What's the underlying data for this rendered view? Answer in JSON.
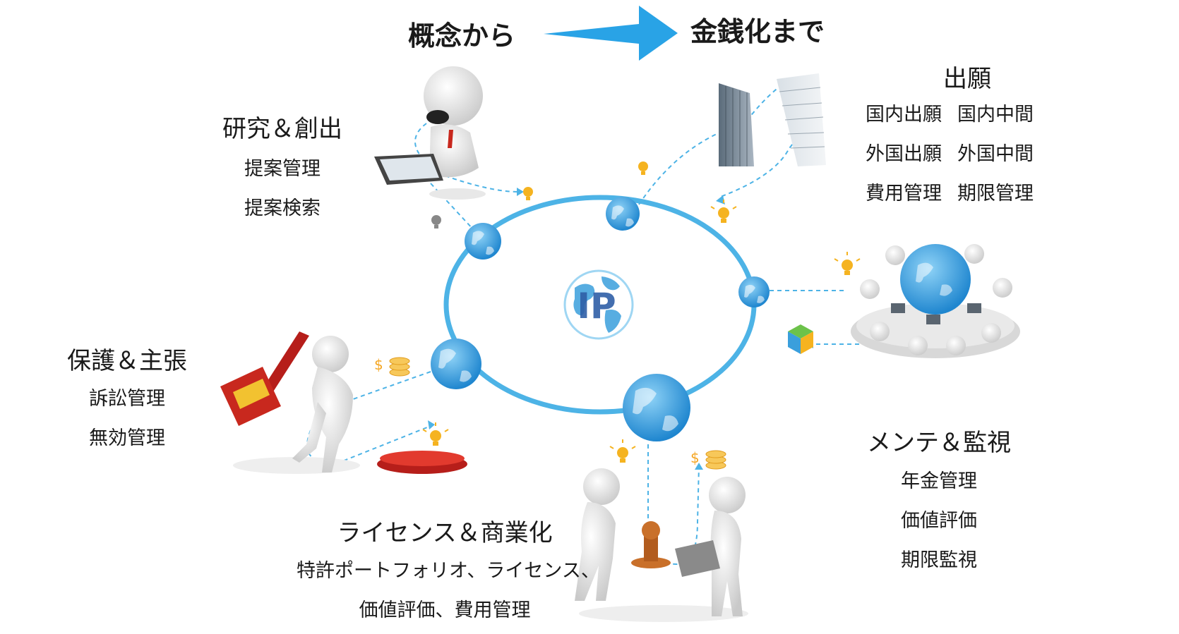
{
  "header": {
    "from_label": "概念から",
    "to_label": "金銭化まで",
    "arrow_color": "#29a3e6"
  },
  "center": {
    "label": "IP",
    "ring_color": "#4db3e6",
    "globe_color": "#3a9fdc"
  },
  "research": {
    "title": "研究＆創出",
    "items": [
      "提案管理",
      "提案検索"
    ]
  },
  "filing": {
    "title": "出願",
    "rows": [
      [
        "国内出願",
        "国内中間"
      ],
      [
        "外国出願",
        "外国中間"
      ],
      [
        "費用管理",
        "期限管理"
      ]
    ]
  },
  "protection": {
    "title": "保護＆主張",
    "items": [
      "訴訟管理",
      "無効管理"
    ]
  },
  "maintenance": {
    "title": "メンテ＆監視",
    "items": [
      "年金管理",
      "価値評価",
      "期限監視"
    ]
  },
  "licensing": {
    "title": "ライセンス＆商業化",
    "items": [
      "特許ポートフォリオ、ライセンス、",
      "価値評価、費用管理"
    ]
  },
  "icons": {
    "dollar_symbol": "$"
  }
}
